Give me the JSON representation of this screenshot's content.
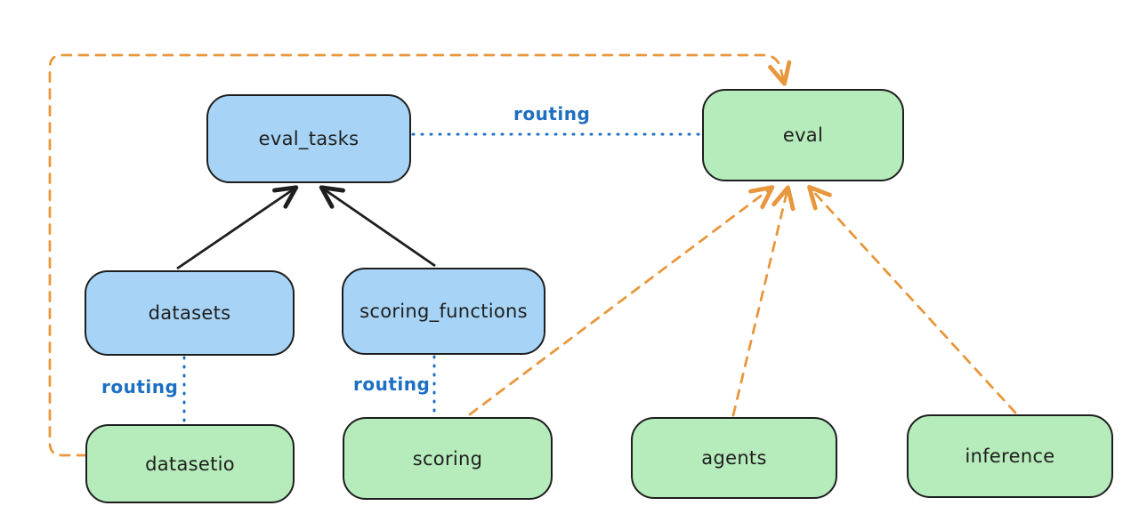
{
  "diagram": {
    "type": "architecture-diagram",
    "colors": {
      "node_blue_fill": "#a7d4f6",
      "node_green_fill": "#b6ecbb",
      "node_stroke": "#1e1e1e",
      "solid_arrow": "#1e1e1e",
      "dashed_arrow_orange": "#e8973d",
      "dotted_routing_blue": "#1c6fc2",
      "background": "#ffffff"
    },
    "nodes": {
      "eval_tasks": {
        "label": "eval_tasks",
        "fill": "#a7d4f6"
      },
      "eval": {
        "label": "eval",
        "fill": "#b6ecbb"
      },
      "datasets": {
        "label": "datasets",
        "fill": "#a7d4f6"
      },
      "scoring_functions": {
        "label": "scoring_functions",
        "fill": "#a7d4f6"
      },
      "datasetio": {
        "label": "datasetio",
        "fill": "#b6ecbb"
      },
      "scoring": {
        "label": "scoring",
        "fill": "#b6ecbb"
      },
      "agents": {
        "label": "agents",
        "fill": "#b6ecbb"
      },
      "inference": {
        "label": "inference",
        "fill": "#b6ecbb"
      }
    },
    "edges": [
      {
        "from": "datasets",
        "to": "eval_tasks",
        "style": "solid-arrow",
        "color": "#1e1e1e",
        "label": ""
      },
      {
        "from": "scoring_functions",
        "to": "eval_tasks",
        "style": "solid-arrow",
        "color": "#1e1e1e",
        "label": ""
      },
      {
        "from": "eval_tasks",
        "to": "eval",
        "style": "dotted-line",
        "color": "#1c6fc2",
        "label": "routing"
      },
      {
        "from": "datasets",
        "to": "datasetio",
        "style": "dotted-line",
        "color": "#1c6fc2",
        "label": "routing"
      },
      {
        "from": "scoring_functions",
        "to": "scoring",
        "style": "dotted-line",
        "color": "#1c6fc2",
        "label": "routing"
      },
      {
        "from": "datasetio",
        "to": "eval",
        "style": "dashed-arrow",
        "color": "#e8973d",
        "label": ""
      },
      {
        "from": "scoring",
        "to": "eval",
        "style": "dashed-arrow",
        "color": "#e8973d",
        "label": ""
      },
      {
        "from": "agents",
        "to": "eval",
        "style": "dashed-arrow",
        "color": "#e8973d",
        "label": ""
      },
      {
        "from": "inference",
        "to": "eval",
        "style": "dashed-arrow",
        "color": "#e8973d",
        "label": ""
      }
    ]
  }
}
